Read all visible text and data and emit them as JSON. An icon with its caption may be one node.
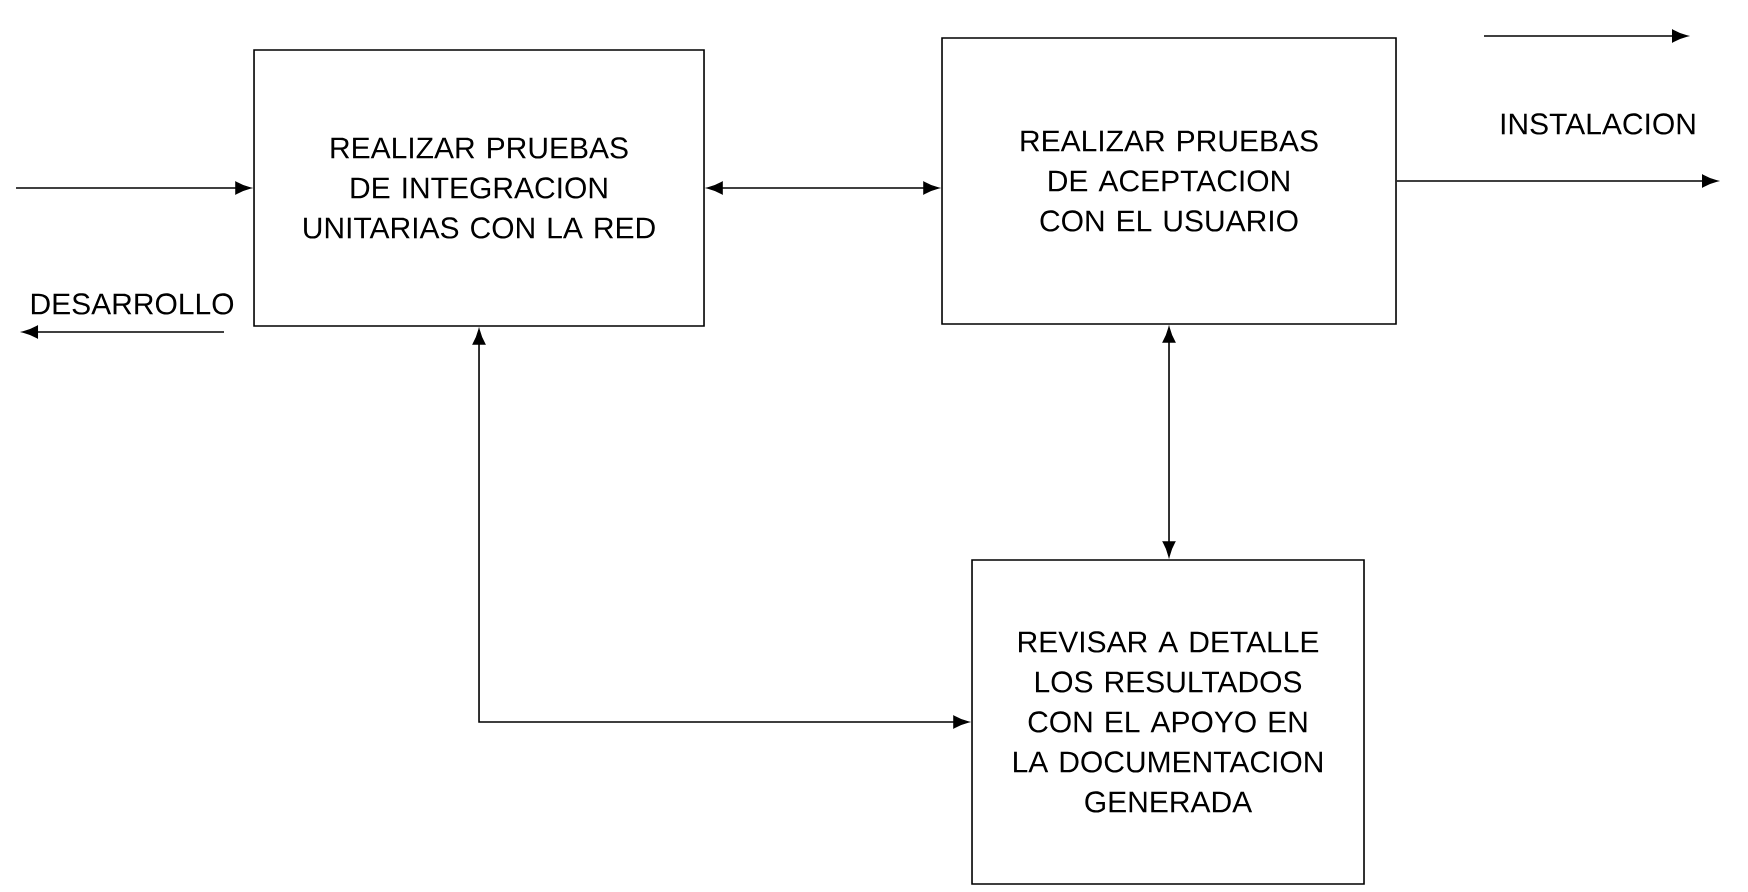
{
  "diagram": {
    "nodes": [
      {
        "text": [
          "REALIZAR PRUEBAS DE INTEGRACION UNITARIAS CON LA RED"
        ]
      },
      {
        "text": [
          "REALIZAR PRUEBAS DE ACEPTACION CON EL USUARIO"
        ]
      },
      {
        "text": [
          "REVISAR A DETALLE LOS RESULTADOS CON EL APOYO EN LA DOCUMENTACION GENERADA"
        ]
      }
    ],
    "edges": [
      {
        "from": null,
        "to": 0,
        "arrow": "to"
      },
      {
        "from": 0,
        "to": 1,
        "arrow": "both"
      },
      {
        "from": 1,
        "to": null,
        "arrow": "to"
      },
      {
        "from": 1,
        "to": 2,
        "arrow": "both"
      },
      {
        "from": 0,
        "to": 2,
        "arrow": "both"
      }
    ],
    "labels": [
      "INSTALACION",
      "DESARROLLO"
    ]
  }
}
